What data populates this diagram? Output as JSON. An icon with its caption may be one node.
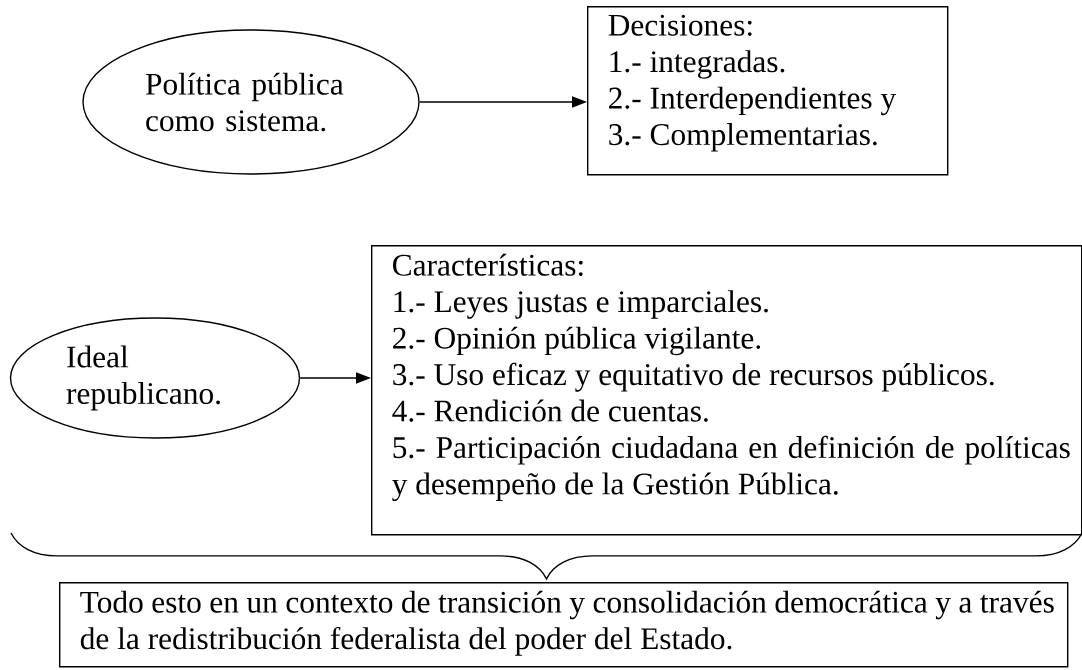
{
  "diagram": {
    "nodes": [
      {
        "text": [
          "Política pública como sistema."
        ]
      },
      {
        "text": [
          "Decisiones:",
          "1.- integradas.",
          "2.- Interdependientes y",
          "3.- Complementarias."
        ]
      },
      {
        "text": [
          "Ideal republicano."
        ]
      },
      {
        "text": [
          "Características:",
          "1.- Leyes justas e imparciales.",
          "2.- Opinión pública vigilante.",
          "3.- Uso eficaz y equitativo de recursos públicos.",
          "4.- Rendición de cuentas.",
          "5.- Participación ciudadana en definición de políticas y desempeño de la Gestión Pública."
        ]
      },
      {
        "text": [
          "Todo esto en un contexto de transición y consolidación democrática y a través de la redistribución federalista del poder del Estado."
        ]
      }
    ],
    "edges": [
      {
        "from": 0,
        "to": 1,
        "arrow": "to"
      },
      {
        "from": 2,
        "to": 3,
        "arrow": "to"
      }
    ]
  }
}
